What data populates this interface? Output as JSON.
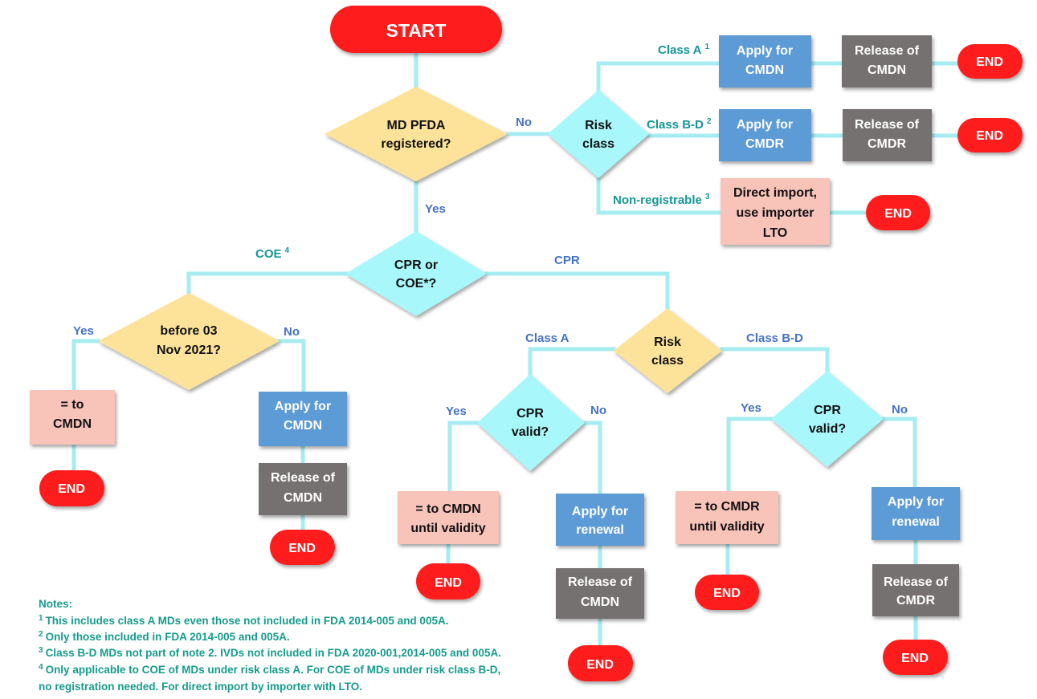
{
  "colors": {
    "terminal": "#ff1a1a",
    "decision_yellow": "#fde39a",
    "decision_cyan": "#a8f7fb",
    "process_blue": "#5b9bd5",
    "process_gray": "#767171",
    "process_pink": "#f8c3b9",
    "connector": "#a6ecf0",
    "label_blue": "#4472c4",
    "label_teal": "#149696"
  },
  "nodes": {
    "start": "START",
    "d_registered": [
      "MD PFDA",
      "registered?"
    ],
    "d_risk_top": [
      "Risk",
      "class"
    ],
    "apply_cmdn_top": [
      "Apply for",
      "CMDN"
    ],
    "release_cmdn_top": [
      "Release of",
      "CMDN"
    ],
    "end_1": "END",
    "apply_cmdr_top": [
      "Apply for",
      "CMDR"
    ],
    "release_cmdr_top": [
      "Release of",
      "CMDR"
    ],
    "end_2": "END",
    "direct_import": [
      "Direct import,",
      "use importer",
      "LTO"
    ],
    "end_3": "END",
    "d_cpr_coe": [
      "CPR or",
      "COE*?"
    ],
    "d_before": [
      "before 03",
      "Nov 2021?"
    ],
    "eq_cmdn": [
      "= to",
      "CMDN"
    ],
    "end_4": "END",
    "apply_cmdn_coe": [
      "Apply for",
      "CMDN"
    ],
    "release_cmdn_coe": [
      "Release of",
      "CMDN"
    ],
    "end_5": "END",
    "d_risk_cpr": [
      "Risk",
      "class"
    ],
    "d_valid_a": [
      "CPR",
      "valid?"
    ],
    "eq_cmdn_valid": [
      "= to CMDN",
      "until validity"
    ],
    "end_6": "END",
    "renewal_a": [
      "Apply for",
      "renewal"
    ],
    "release_cmdn_a": [
      "Release of",
      "CMDN"
    ],
    "end_7": "END",
    "d_valid_bd": [
      "CPR",
      "valid?"
    ],
    "eq_cmdr_valid": [
      "= to CMDR",
      "until validity"
    ],
    "end_8": "END",
    "renewal_bd": [
      "Apply for",
      "renewal"
    ],
    "release_cmdr_bd": [
      "Release of",
      "CMDR"
    ],
    "end_9": "END"
  },
  "labels": {
    "no_registered": "No",
    "yes_registered": "Yes",
    "class_a_top": "Class A",
    "class_a_top_sup": "1",
    "class_bd_top": "Class B-D",
    "class_bd_top_sup": "2",
    "non_registrable": "Non-registrable",
    "non_registrable_sup": "3",
    "coe": "COE",
    "coe_sup": "4",
    "cpr": "CPR",
    "before_yes": "Yes",
    "before_no": "No",
    "class_a": "Class A",
    "class_bd": "Class B-D",
    "valid_a_yes": "Yes",
    "valid_a_no": "No",
    "valid_bd_yes": "Yes",
    "valid_bd_no": "No"
  },
  "notes": {
    "title": "Notes:",
    "items": [
      {
        "sup": "1",
        "text": "This includes class A MDs even those not included in FDA 2014-005 and 005A."
      },
      {
        "sup": "2",
        "text": "Only those included in FDA 2014-005 and 005A."
      },
      {
        "sup": "3",
        "text": "Class B-D MDs not part of note 2. IVDs not included in FDA 2020-001,2014-005 and 005A."
      },
      {
        "sup": "4",
        "text": "Only applicable to COE of MDs under risk class A. For COE of MDs under risk class B-D,"
      }
    ],
    "continuation": "no registration needed.  For direct import by importer with LTO."
  }
}
